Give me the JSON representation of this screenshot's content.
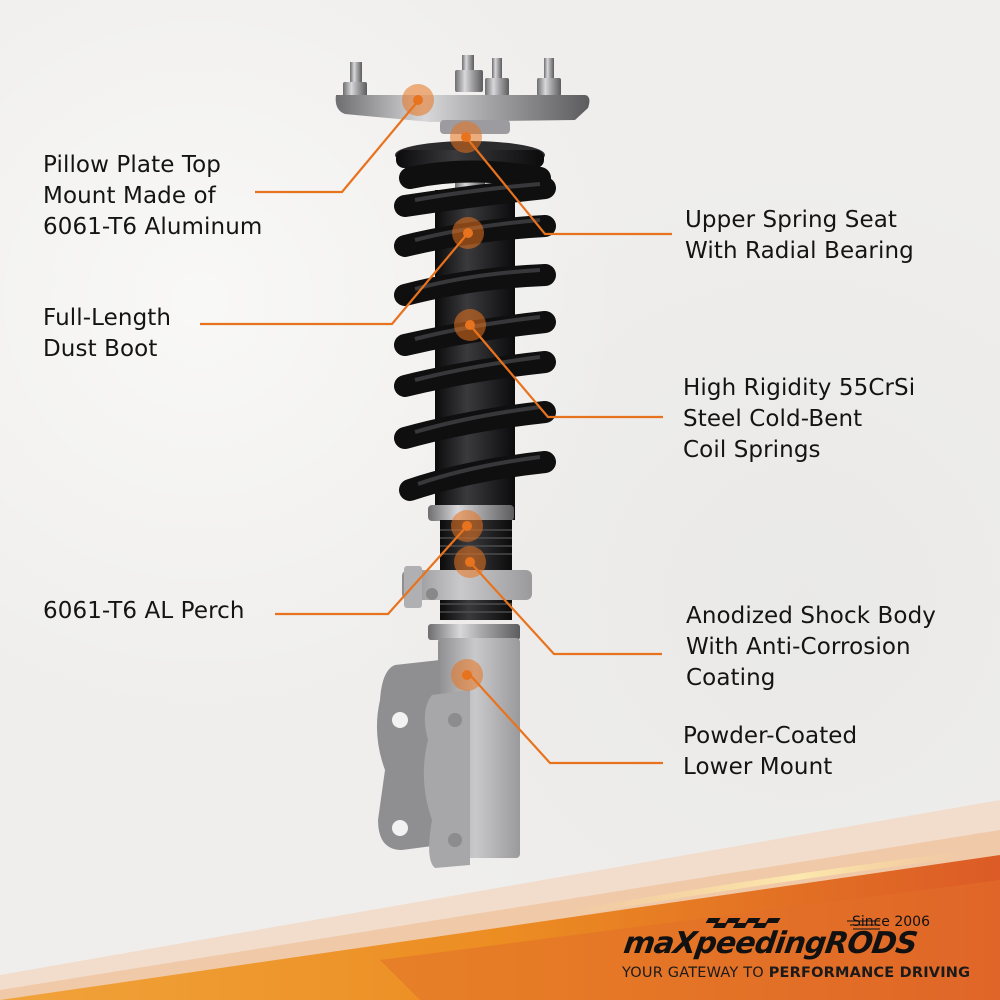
{
  "product": "Coilover shock absorber strut assembly",
  "callouts": [
    {
      "id": "top-mount",
      "side": "left",
      "lines": [
        "Pillow Plate Top",
        "Mount Made of",
        "6061-T6 Aluminum"
      ]
    },
    {
      "id": "dust-boot",
      "side": "left",
      "lines": [
        "Full-Length",
        "Dust Boot"
      ]
    },
    {
      "id": "perch",
      "side": "left",
      "lines": [
        "6061-T6 AL Perch"
      ]
    },
    {
      "id": "spring-seat",
      "side": "right",
      "lines": [
        "Upper Spring Seat",
        "With Radial Bearing"
      ]
    },
    {
      "id": "coil-springs",
      "side": "right",
      "lines": [
        "High Rigidity 55CrSi",
        "Steel Cold-Bent",
        "Coil Springs"
      ]
    },
    {
      "id": "shock-body",
      "side": "right",
      "lines": [
        "Anodized Shock Body",
        "With Anti-Corrosion",
        "Coating"
      ]
    },
    {
      "id": "lower-mount",
      "side": "right",
      "lines": [
        "Powder-Coated",
        "Lower Mount"
      ]
    }
  ],
  "brand": {
    "name": "maXpeedingRODS",
    "since": "Since 2006",
    "tagline_light": "YOUR GATEWAY TO ",
    "tagline_bold": "PERFORMANCE DRIVING"
  },
  "colors": {
    "accent": "#e8731e",
    "background": "#efeeec",
    "text": "#141414",
    "band_orange": "#e98a1f",
    "band_red": "#d9562a"
  }
}
